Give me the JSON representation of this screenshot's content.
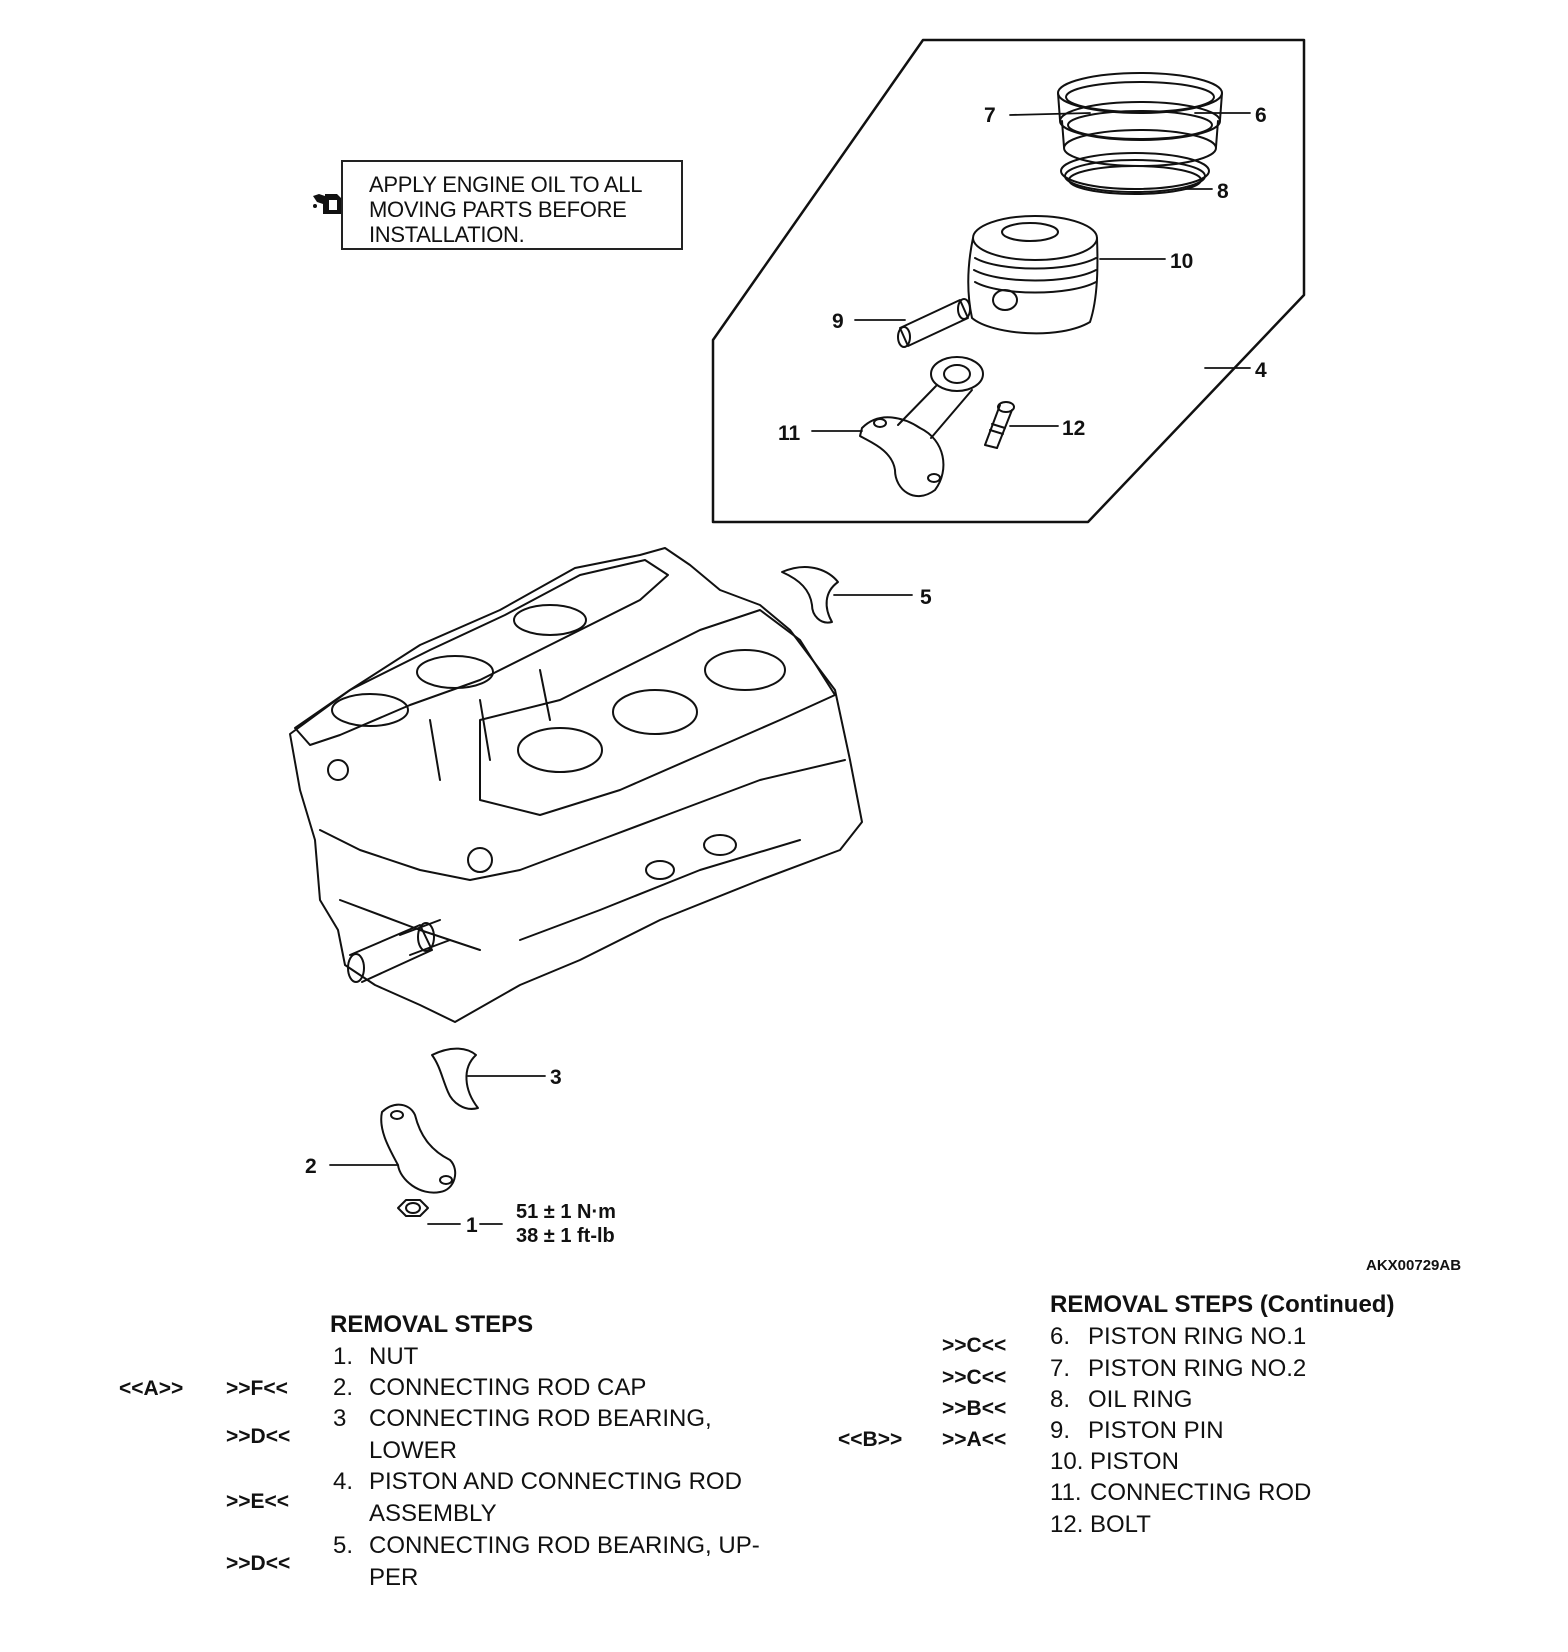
{
  "note": {
    "icon": "oil-can-icon",
    "lines": [
      "APPLY ENGINE OIL TO ALL",
      "MOVING PARTS BEFORE",
      "INSTALLATION."
    ]
  },
  "callouts": [
    "1",
    "2",
    "3",
    "4",
    "5",
    "6",
    "7",
    "8",
    "9",
    "10",
    "11",
    "12"
  ],
  "torque": {
    "metric": "51 ± 1 N·m",
    "imperial": "38 ± 1 ft-lb"
  },
  "figure_id": "AKX00729AB",
  "removal_steps": {
    "title": "REMOVAL STEPS",
    "items": [
      {
        "num": "1.",
        "lines": [
          "NUT"
        ],
        "code_left": "",
        "code_right": ""
      },
      {
        "num": "2.",
        "lines": [
          "CONNECTING ROD CAP"
        ],
        "code_left": "<<A>>",
        "code_right": ">>F<<"
      },
      {
        "num": "3",
        "lines": [
          "CONNECTING ROD BEARING,",
          "LOWER"
        ],
        "code_left": "",
        "code_right": ">>D<<"
      },
      {
        "num": "4.",
        "lines": [
          "PISTON AND CONNECTING ROD",
          "ASSEMBLY"
        ],
        "code_left": "",
        "code_right": ">>E<<"
      },
      {
        "num": "5.",
        "lines": [
          "CONNECTING ROD BEARING, UP-",
          "PER"
        ],
        "code_left": "",
        "code_right": ">>D<<"
      }
    ]
  },
  "removal_steps_continued": {
    "title": "REMOVAL STEPS (Continued)",
    "items": [
      {
        "num": "6.",
        "label": "PISTON RING NO.1",
        "code_left": "",
        "code_right": ">>C<<"
      },
      {
        "num": "7.",
        "label": "PISTON RING NO.2",
        "code_left": "",
        "code_right": ">>C<<"
      },
      {
        "num": "8.",
        "label": "OIL RING",
        "code_left": "",
        "code_right": ">>B<<"
      },
      {
        "num": "9.",
        "label": "PISTON PIN",
        "code_left": "<<B>>",
        "code_right": ">>A<<"
      },
      {
        "num": "10.",
        "label": "PISTON",
        "code_left": "",
        "code_right": ""
      },
      {
        "num": "11.",
        "label": "CONNECTING ROD",
        "code_left": "",
        "code_right": ""
      },
      {
        "num": "12.",
        "label": "BOLT",
        "code_left": "",
        "code_right": ""
      }
    ]
  }
}
